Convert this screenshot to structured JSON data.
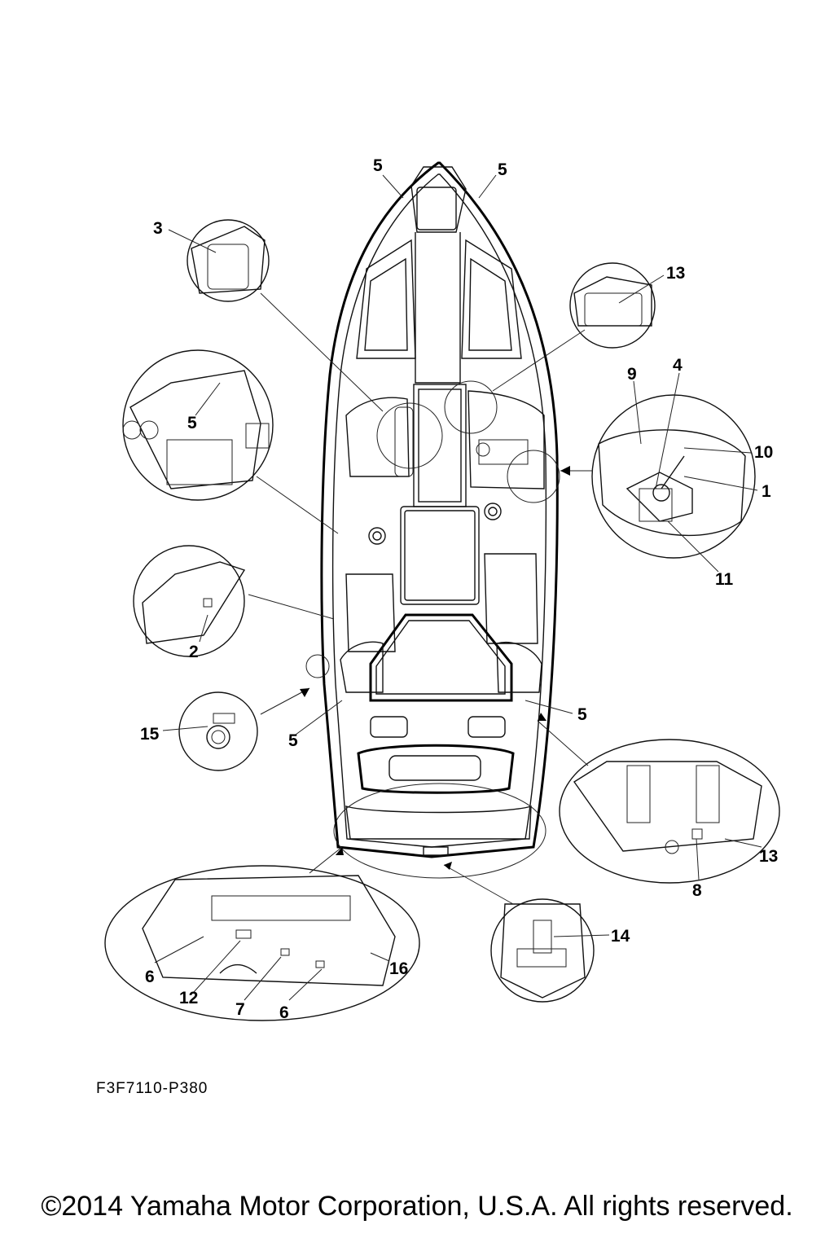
{
  "callouts": {
    "c5_bow_left": "5",
    "c5_bow_right": "5",
    "c3": "3",
    "c13_top": "13",
    "c9": "9",
    "c4": "4",
    "c10": "10",
    "c1": "1",
    "c11": "11",
    "c5_left_detail": "5",
    "c2": "2",
    "c15": "15",
    "c5_stern_left": "5",
    "c5_stern_right": "5",
    "c13_bottom": "13",
    "c8": "8",
    "c14": "14",
    "c16": "16",
    "c6_left": "6",
    "c12": "12",
    "c7": "7",
    "c6_right": "6"
  },
  "part_code": "F3F7110-P380",
  "copyright": "©2014 Yamaha Motor Corporation, U.S.A. All rights reserved."
}
